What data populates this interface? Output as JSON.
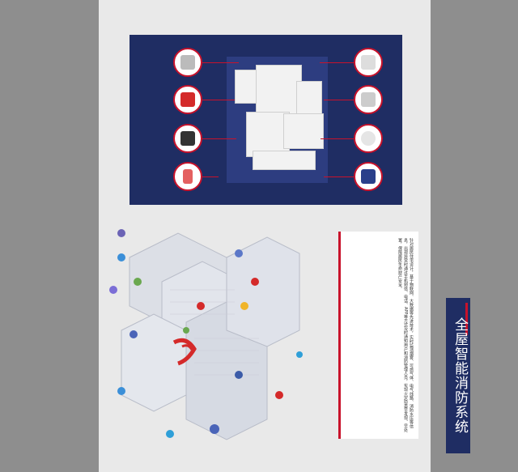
{
  "title": "全屋智能消防系统",
  "description": "针对居民住宅设计，基于物联网、大数据等先进技术，实时监测烟雾、可燃气体、电气线路、消防水压等信息，出现异常时通过手机短信、电话、APP等方式及时通知用户和消防管理人员，实现火灾隐患早发现、早处置，保障居民生命财产安全。",
  "plan_icons": [
    {
      "name": "combustible-gas-detector-icon",
      "side": "left"
    },
    {
      "name": "fire-alarm-box-icon",
      "side": "left"
    },
    {
      "name": "smart-socket-icon",
      "side": "left"
    },
    {
      "name": "mobile-app-icon",
      "side": "left"
    },
    {
      "name": "gas-valve-icon",
      "side": "right"
    },
    {
      "name": "sprinkler-icon",
      "side": "right"
    },
    {
      "name": "smoke-detector-icon",
      "side": "right"
    },
    {
      "name": "control-panel-icon",
      "side": "right"
    }
  ],
  "colors": {
    "navy": "#1f2d63",
    "red": "#c8122b",
    "page": "#e9e9e9",
    "margin": "#8e8e8e"
  }
}
